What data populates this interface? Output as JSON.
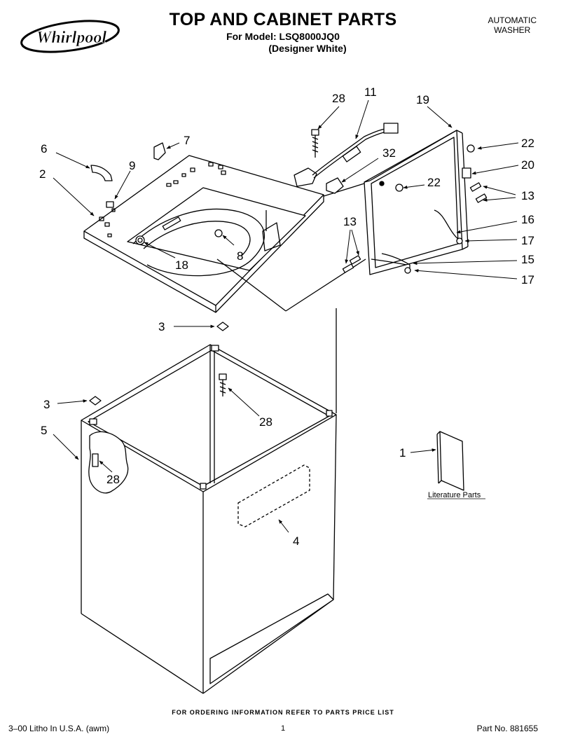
{
  "header": {
    "brand": "Whirlpool",
    "title": "TOP AND CABINET PARTS",
    "model_line": "For Model: LSQ8000JQ0",
    "variant": "(Designer White)",
    "doc_type_line1": "AUTOMATIC",
    "doc_type_line2": "WASHER"
  },
  "callouts": {
    "c28a": "28",
    "c11": "11",
    "c19": "19",
    "c22a": "22",
    "c20": "20",
    "c13a": "13",
    "c16": "16",
    "c17a": "17",
    "c15": "15",
    "c17b": "17",
    "c6": "6",
    "c7": "7",
    "c9": "9",
    "c2": "2",
    "c32": "32",
    "c22b": "22",
    "c13b": "13",
    "c8": "8",
    "c18": "18",
    "c3a": "3",
    "c3b": "3",
    "c28b": "28",
    "c5": "5",
    "c28c": "28",
    "c1": "1",
    "c4": "4"
  },
  "literature_label": "Literature Parts",
  "footer": {
    "ordering": "FOR ORDERING INFORMATION REFER TO PARTS PRICE LIST",
    "litho": "3–00 Litho In U.S.A. (awm)",
    "page": "1",
    "part_no": "Part No. 881655"
  }
}
